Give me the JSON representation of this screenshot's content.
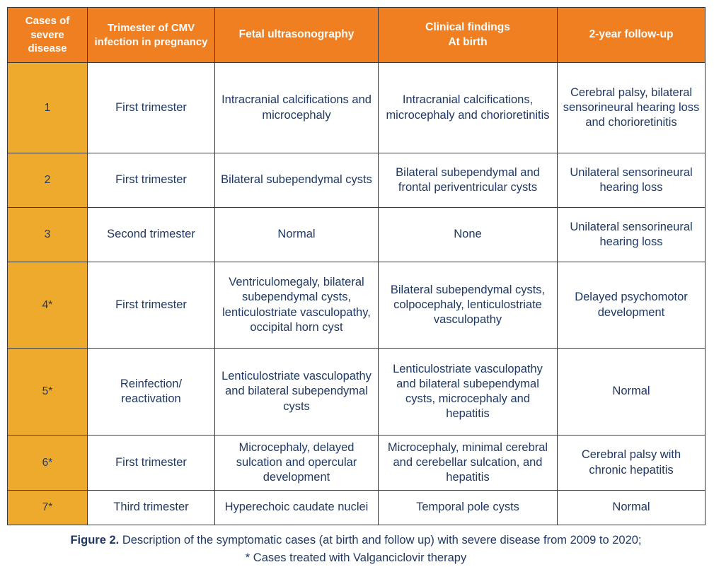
{
  "figure": {
    "table": {
      "columns": [
        "Cases of severe disease",
        "Trimester of CMV infection in pregnancy",
        "Fetal ultrasonography",
        "Clinical findings At birth",
        "2-year follow-up"
      ],
      "column_labels": {
        "col1": "Cases of severe disease",
        "col2": "Trimester of CMV infection in pregnancy",
        "col3": "Fetal ultrasonography",
        "col4_line1": "Clinical findings",
        "col4_line2": "At birth",
        "col5": "2-year follow-up"
      },
      "rows": [
        {
          "case": "1",
          "trimester": "First trimester",
          "ultrasonography": "Intracranial calcifications and microcephaly",
          "clinical_findings": "Intracranial calcifications, microcephaly and chorioretinitis",
          "followup": "Cerebral palsy,  bilateral sensorineural hearing loss and chorioretinitis"
        },
        {
          "case": "2",
          "trimester": "First trimester",
          "ultrasonography": "Bilateral subependymal cysts",
          "clinical_findings": "Bilateral subependymal and frontal periventricular cysts",
          "followup": "Unilateral sensorineural hearing loss"
        },
        {
          "case": "3",
          "trimester": "Second trimester",
          "ultrasonography": "Normal",
          "clinical_findings": "None",
          "followup": "Unilateral sensorineural hearing loss"
        },
        {
          "case": "4*",
          "trimester": "First trimester",
          "ultrasonography": "Ventriculomegaly, bilateral subependymal cysts, lenticulostriate vasculopathy, occipital horn cyst",
          "clinical_findings": "Bilateral subependymal cysts, colpocephaly, lenticulostriate vasculopathy",
          "followup": "Delayed psychomotor development"
        },
        {
          "case": "5*",
          "trimester": "Reinfection/ reactivation",
          "ultrasonography": "Lenticulostriate vasculopathy and bilateral subependymal cysts",
          "clinical_findings": "Lenticulostriate vasculopathy and bilateral subependymal cysts, microcephaly and hepatitis",
          "followup": "Normal"
        },
        {
          "case": "6*",
          "trimester": "First trimester",
          "ultrasonography": "Microcephaly, delayed sulcation and opercular development",
          "clinical_findings": "Microcephaly, minimal cerebral and cerebellar sulcation, and hepatitis",
          "followup": "Cerebral palsy with chronic hepatitis"
        },
        {
          "case": "7*",
          "trimester": "Third trimester",
          "ultrasonography": "Hyperechoic caudate nuclei",
          "clinical_findings": "Temporal pole cysts",
          "followup": "Normal"
        }
      ]
    },
    "caption": {
      "label": "Figure 2.",
      "text": " Description of the symptomatic cases (at birth and follow up) with severe disease from 2009 to 2020;",
      "footnote": "* Cases treated with Valganciclovir therapy"
    }
  },
  "colors": {
    "header_orange": "#ef7f21",
    "case_column_orange": "#eeaa2d",
    "text_navy": "#1f3864",
    "border_gray": "#3a3a3a",
    "header_text": "#ffffff"
  }
}
